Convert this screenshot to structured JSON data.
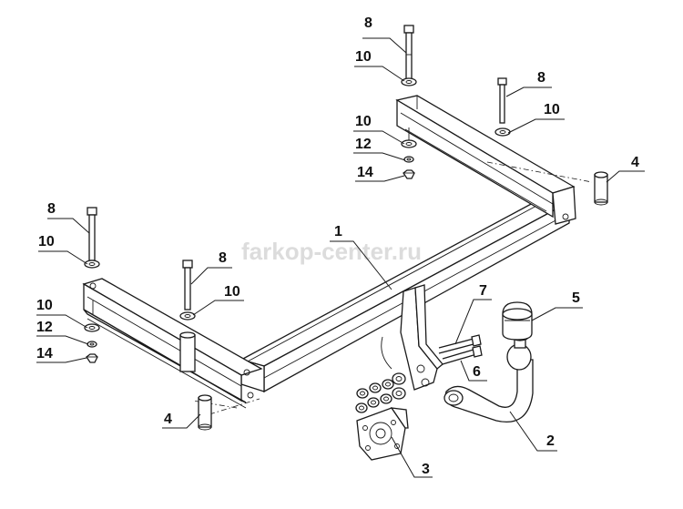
{
  "watermark": "farkop-center.ru",
  "callouts": {
    "c1": "1",
    "c2": "2",
    "c3": "3",
    "c4a": "4",
    "c4b": "4",
    "c5": "5",
    "c6": "6",
    "c7": "7",
    "c8a": "8",
    "c8b": "8",
    "c8c": "8",
    "c8d": "8",
    "c10a": "10",
    "c10b": "10",
    "c10c": "10",
    "c10d": "10",
    "c10e": "10",
    "c10f": "10",
    "c12a": "12",
    "c12b": "12",
    "c14a": "14",
    "c14b": "14"
  }
}
